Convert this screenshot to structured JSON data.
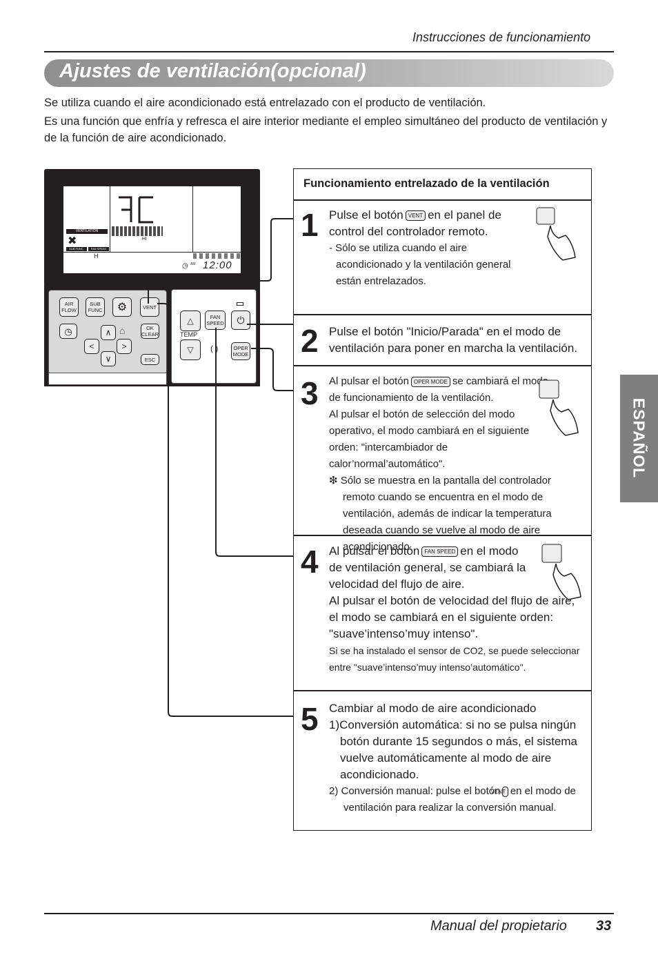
{
  "header": {
    "running_title": "Instrucciones de funcionamiento"
  },
  "title": "Ajustes de ventilación(opcional)",
  "intro": [
    "Se utiliza cuando el aire acondicionado está entrelazado con el producto de ventilación.",
    "Es una función que enfría y refresca el aire interior mediante el empleo simultáneo del producto de ventilación y de la función de aire acondicionado."
  ],
  "side_tab": "ESPAÑOL",
  "remote": {
    "lcd_ventilation": "VENTILATION",
    "lcd_sub_func": "SUB FUNC.",
    "lcd_fan_speed": "FAN SPEED",
    "lcd_h": "H",
    "lcd_hi": "HI",
    "lcd_am": "AM",
    "lcd_time": "12:00",
    "btn_airflow": "AIR FLOW",
    "btn_subfunc": "SUB FUNC",
    "btn_vent": "VENT",
    "btn_ok": "OK CLEAR",
    "btn_esc": "ESC",
    "btn_fan": "FAN SPEED",
    "btn_temp": "TEMP",
    "btn_oper": "OPER MODE"
  },
  "panel": {
    "heading": "Funcionamiento entrelazado de la ventilación",
    "steps": [
      {
        "num": "1",
        "line1a": "Pulse el botón",
        "line1b": "en el panel de",
        "line2": "control del controlador remoto.",
        "note": "- Sólo se utiliza cuando el aire acondicionado y la ventilación general están entrelazados.",
        "btn": "VENT"
      },
      {
        "num": "2",
        "text": "Pulse el botón \"Inicio/Parada\" en el modo de ventilación para poner en marcha la ventilación."
      },
      {
        "num": "3",
        "line1a": "Al pulsar el botón",
        "line1b": "se cambiará el modo",
        "line2": "de funcionamiento de la ventilación.",
        "line3": "Al pulsar el botón de selección del modo operativo, el modo cambiará en el siguiente orden: \"intercambiador de calor’normal’automático\".",
        "note": "❇ Sólo se muestra en la pantalla del controlador remoto cuando se encuentra en el modo de ventilación, además de indicar la temperatura deseada cuando se vuelve al modo de aire acondicionado.",
        "btn": "OPER MODE"
      },
      {
        "num": "4",
        "line1a": "Al pulsar el botón",
        "line1b": "en el modo",
        "line2": "de ventilación general, se cambiará la velocidad del flujo de aire.",
        "line3": "Al pulsar el botón de velocidad del flujo de aire, el modo se cambiará en el siguiente orden: \"suave’intenso’muy intenso\".",
        "note": "Si se ha instalado el sensor de CO2, se puede seleccionar entre \"suave’intenso’muy intenso’automático\".",
        "btn": "FAN SPEED"
      },
      {
        "num": "5",
        "line1": "Cambiar al modo de aire acondicionado",
        "line2": "1)Conversión automática: si no se pulsa ningún botón durante 15 segundos o más, el sistema vuelve automáticamente al modo de aire acondicionado.",
        "line3a": "2) Conversión manual: pulse el botón",
        "line3b": "en el modo de ventilación para realizar la conversión manual.",
        "btn": "VENT"
      }
    ]
  },
  "footer": {
    "text": "Manual del propietario",
    "page": "33"
  }
}
